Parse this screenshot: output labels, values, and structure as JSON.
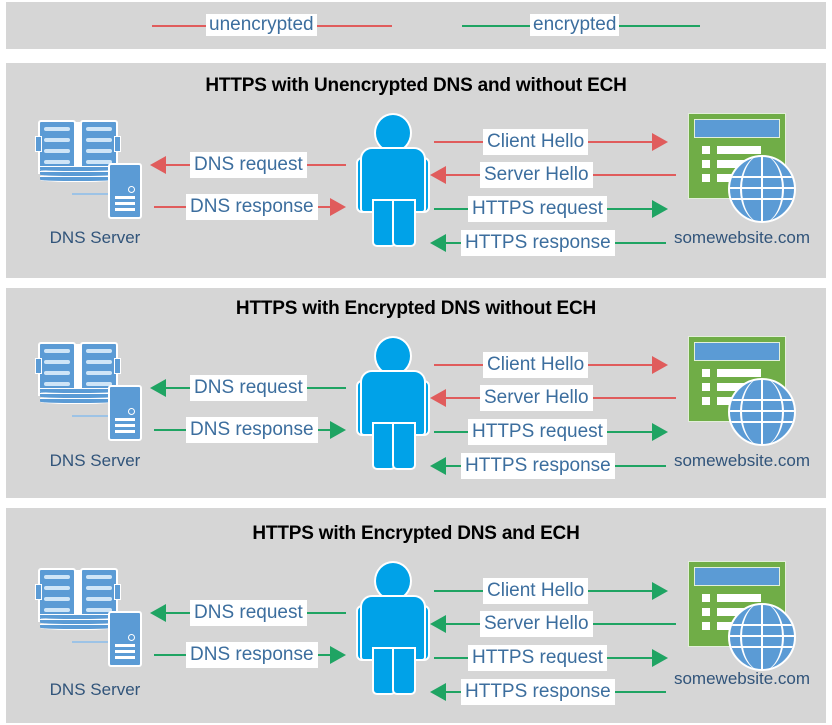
{
  "colors": {
    "panel_bg": "#d6d6d6",
    "page_bg": "#ffffff",
    "unencrypted": "#e05c5c",
    "encrypted": "#1fa463",
    "label_text": "#3c6e9e",
    "title_text": "#000000",
    "person_blue": "#00a2e8",
    "icon_blue": "#5b9bd5",
    "site_green": "#70ad47"
  },
  "legend": {
    "items": [
      {
        "label": "unencrypted",
        "color_key": "unencrypted"
      },
      {
        "label": "encrypted",
        "color_key": "encrypted"
      }
    ]
  },
  "nodes": {
    "dns_server": "DNS Server",
    "website": "somewebsite.com"
  },
  "panels": [
    {
      "title": "HTTPS with Unencrypted DNS and without ECH",
      "left_flows": [
        {
          "label": "DNS request",
          "direction": "left",
          "encrypted": false
        },
        {
          "label": "DNS response",
          "direction": "right",
          "encrypted": false
        }
      ],
      "right_flows": [
        {
          "label": "Client Hello",
          "direction": "right",
          "encrypted": false
        },
        {
          "label": "Server Hello",
          "direction": "left",
          "encrypted": false
        },
        {
          "label": "HTTPS request",
          "direction": "right",
          "encrypted": true
        },
        {
          "label": "HTTPS response",
          "direction": "left",
          "encrypted": true
        }
      ]
    },
    {
      "title": "HTTPS with Encrypted DNS without ECH",
      "left_flows": [
        {
          "label": "DNS request",
          "direction": "left",
          "encrypted": true
        },
        {
          "label": "DNS response",
          "direction": "right",
          "encrypted": true
        }
      ],
      "right_flows": [
        {
          "label": "Client Hello",
          "direction": "right",
          "encrypted": false
        },
        {
          "label": "Server Hello",
          "direction": "left",
          "encrypted": false
        },
        {
          "label": "HTTPS request",
          "direction": "right",
          "encrypted": true
        },
        {
          "label": "HTTPS response",
          "direction": "left",
          "encrypted": true
        }
      ]
    },
    {
      "title": "HTTPS with Encrypted DNS and ECH",
      "left_flows": [
        {
          "label": "DNS request",
          "direction": "left",
          "encrypted": true
        },
        {
          "label": "DNS response",
          "direction": "right",
          "encrypted": true
        }
      ],
      "right_flows": [
        {
          "label": "Client Hello",
          "direction": "right",
          "encrypted": true
        },
        {
          "label": "Server Hello",
          "direction": "left",
          "encrypted": true
        },
        {
          "label": "HTTPS request",
          "direction": "right",
          "encrypted": true
        },
        {
          "label": "HTTPS response",
          "direction": "left",
          "encrypted": true
        }
      ]
    }
  ]
}
